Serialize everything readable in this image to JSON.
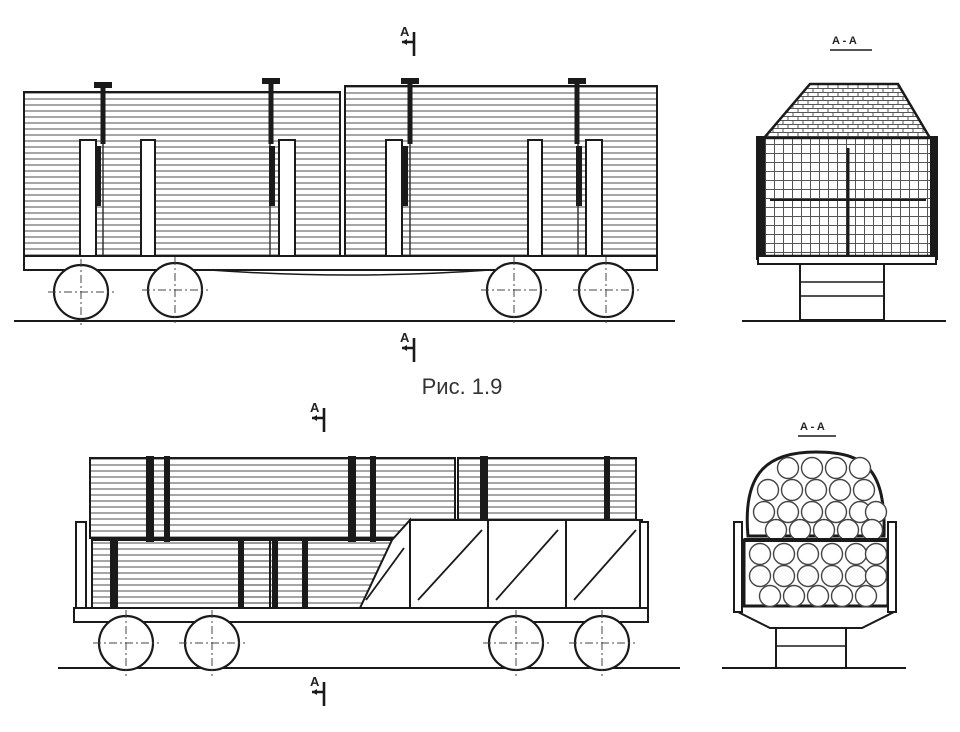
{
  "figure": {
    "caption": "Рис. 1.9",
    "section_mark": "A",
    "section_title": "A - A"
  },
  "colors": {
    "ink": "#1a1a1a",
    "hatch": "#555555",
    "background": "#ffffff"
  }
}
